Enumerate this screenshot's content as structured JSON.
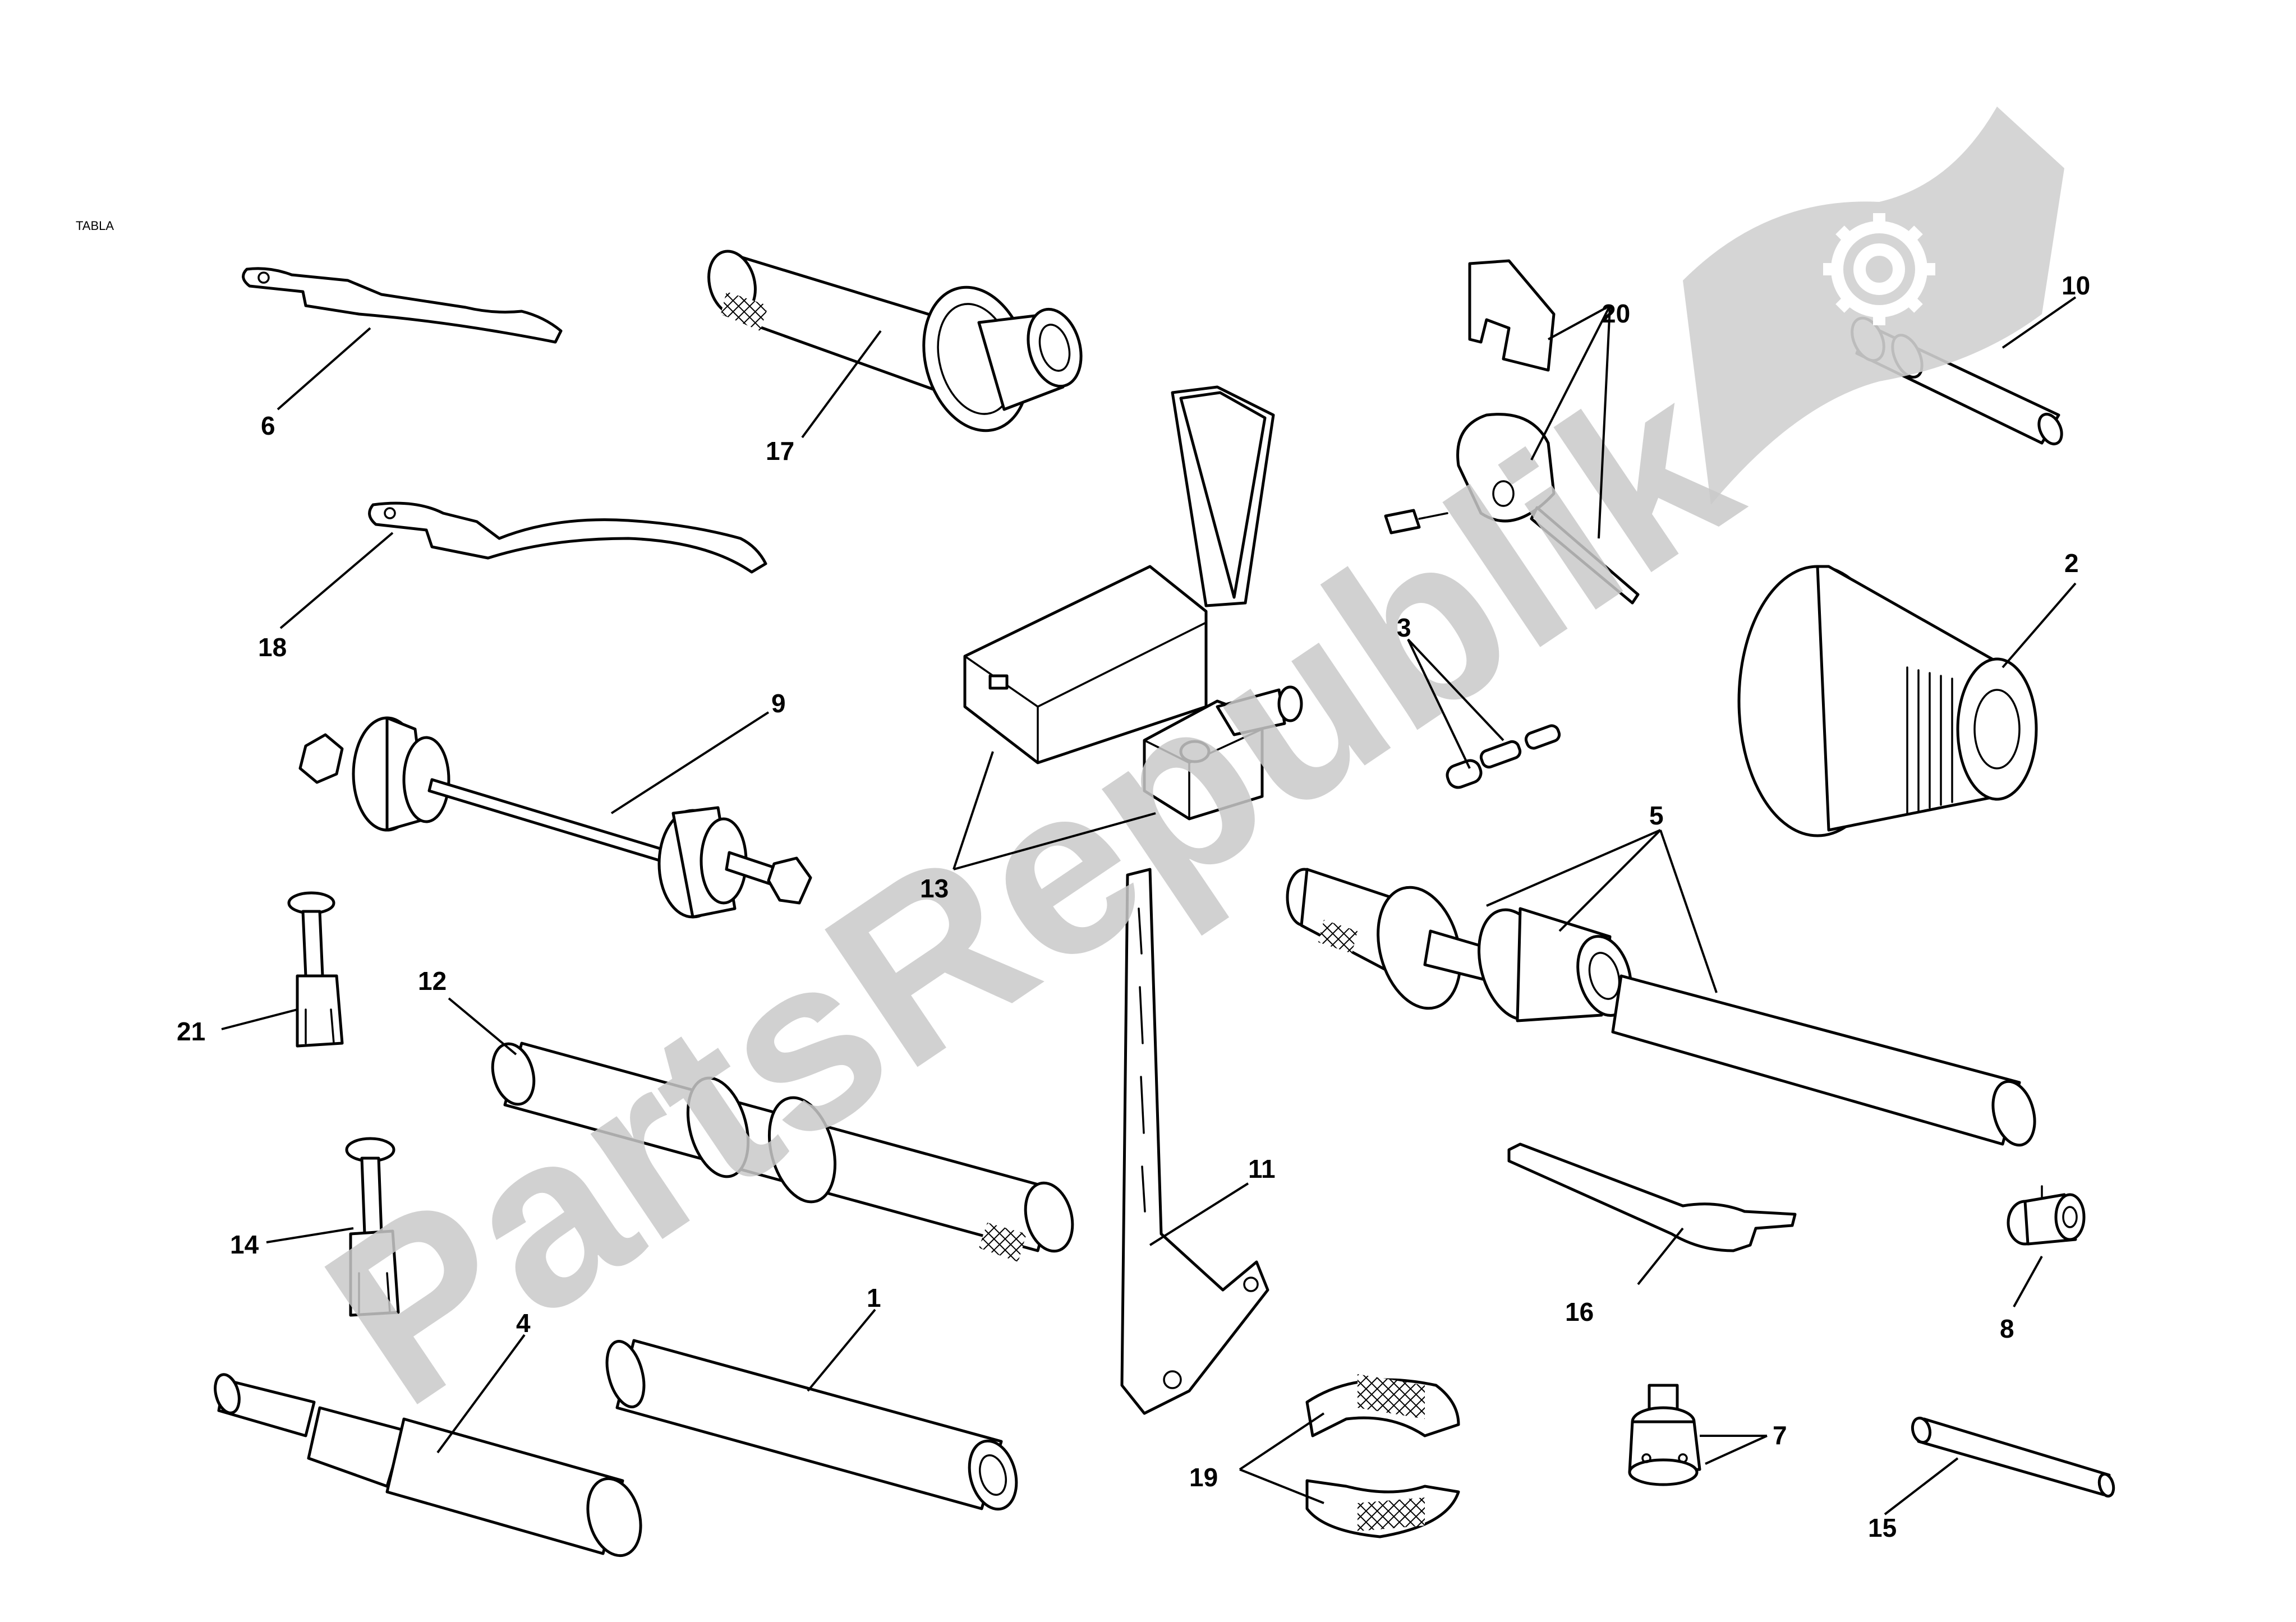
{
  "diagram": {
    "corner_text": "TABLA",
    "watermark": {
      "text": "PartsRepublik",
      "icon": "gear-flag-logo"
    },
    "callouts": [
      "1",
      "2",
      "3",
      "4",
      "5",
      "6",
      "7",
      "8",
      "9",
      "10",
      "11",
      "12",
      "13",
      "14",
      "15",
      "16",
      "17",
      "18",
      "19",
      "20",
      "21"
    ],
    "colors": {
      "line": "#000000",
      "background": "#ffffff",
      "watermark": "#c9c9c9"
    }
  }
}
